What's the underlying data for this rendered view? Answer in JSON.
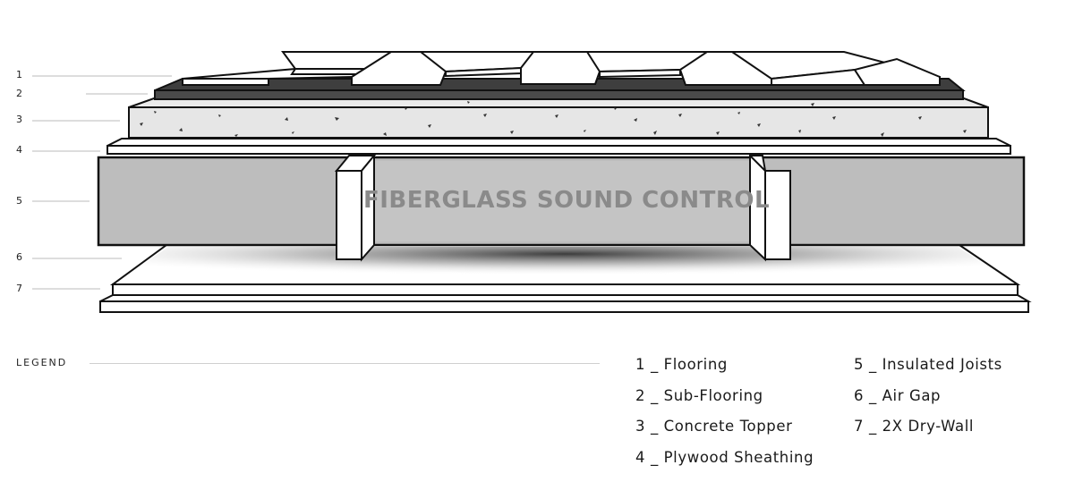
{
  "layer_numbers": [
    "1",
    "2",
    "3",
    "4",
    "5",
    "6",
    "7"
  ],
  "center_label": "FIBERGLASS SOUND CONTROL",
  "legend": {
    "title": "LEGEND",
    "items": [
      "1 _ Flooring",
      "2 _ Sub-Flooring",
      "3 _ Concrete Topper",
      "4 _ Plywood Sheathing",
      "5 _ Insulated Joists",
      "6 _ Air Gap",
      "7 _ 2X Dry-Wall"
    ]
  },
  "colors": {
    "flooring": "#ffffff",
    "sub_flooring": "#4a4a4a",
    "concrete": "#e6e6e6",
    "insulation": "#bdbdbd",
    "outline": "#111111",
    "label_text": "#8a8a8a"
  }
}
